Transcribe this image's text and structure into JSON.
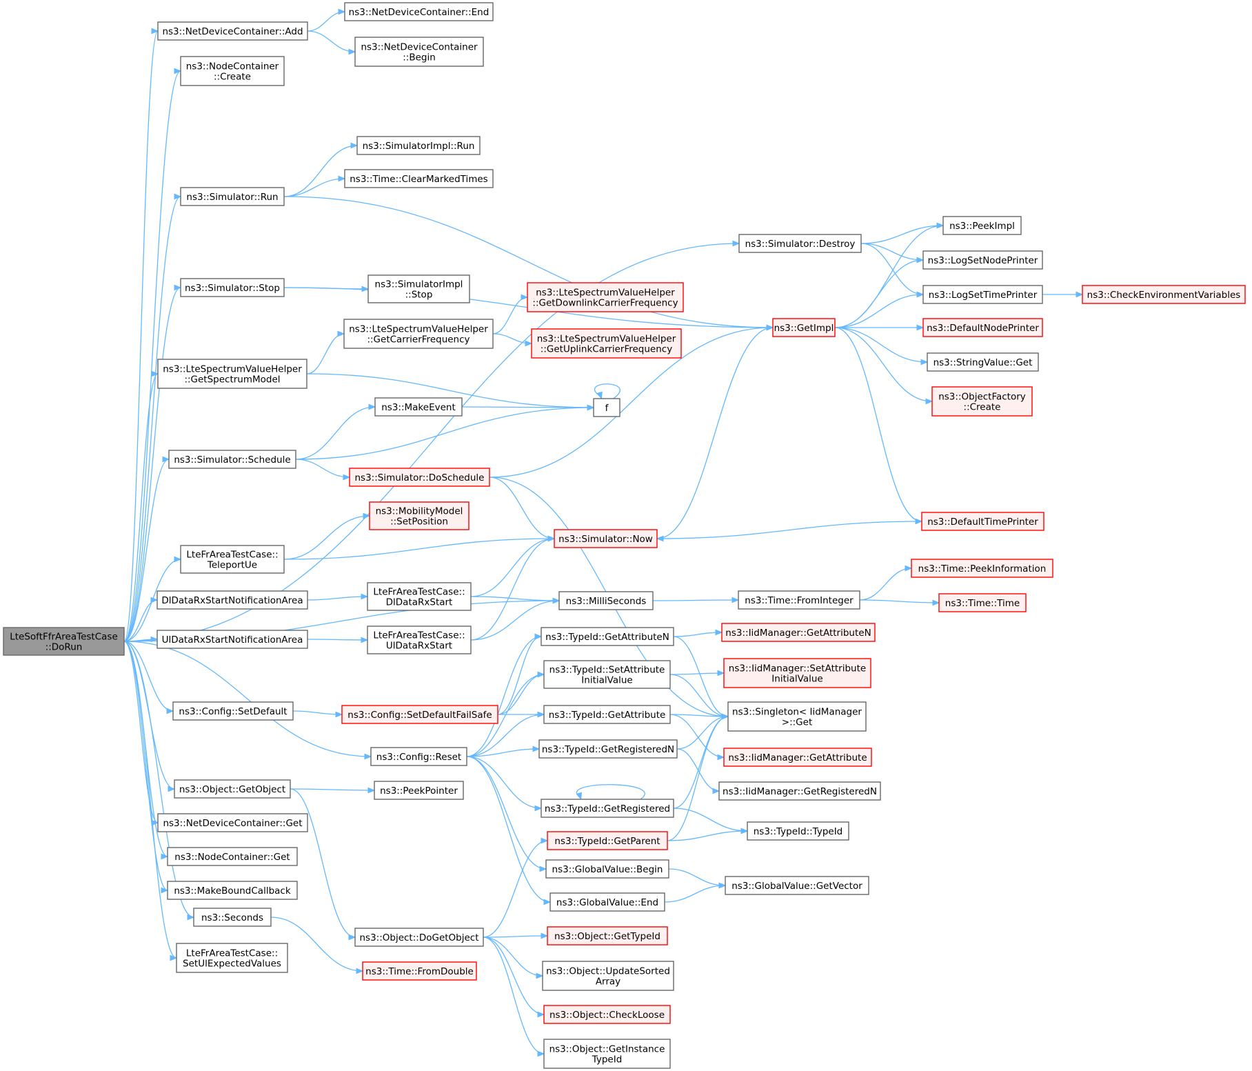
{
  "colors": {
    "edge": "#63b8ff",
    "node_border": "#666666",
    "root_fill": "#999999",
    "truncated_border": "#ff0000",
    "truncated_fill": "#fff0f0"
  },
  "nodes": [
    {
      "id": "root",
      "lines": [
        "LteSoftFfrAreaTestCase",
        "::DoRun"
      ],
      "style": "root"
    },
    {
      "id": "ndc_add",
      "lines": [
        "ns3::NetDeviceContainer::Add"
      ]
    },
    {
      "id": "ndc_end",
      "lines": [
        "ns3::NetDeviceContainer::End"
      ]
    },
    {
      "id": "ndc_begin",
      "lines": [
        "ns3::NetDeviceContainer",
        "::Begin"
      ]
    },
    {
      "id": "nc_create",
      "lines": [
        "ns3::NodeContainer",
        "::Create"
      ]
    },
    {
      "id": "simimpl_run",
      "lines": [
        "ns3::SimulatorImpl::Run"
      ]
    },
    {
      "id": "clearmarked",
      "lines": [
        "ns3::Time::ClearMarkedTimes"
      ]
    },
    {
      "id": "sim_run",
      "lines": [
        "ns3::Simulator::Run"
      ]
    },
    {
      "id": "sim_destroy",
      "lines": [
        "ns3::Simulator::Destroy"
      ]
    },
    {
      "id": "peekimpl",
      "lines": [
        "ns3::PeekImpl"
      ]
    },
    {
      "id": "logsetnode",
      "lines": [
        "ns3::LogSetNodePrinter"
      ]
    },
    {
      "id": "logsettime",
      "lines": [
        "ns3::LogSetTimePrinter"
      ]
    },
    {
      "id": "checkenv",
      "lines": [
        "ns3::CheckEnvironmentVariables"
      ],
      "style": "red"
    },
    {
      "id": "sim_stop",
      "lines": [
        "ns3::Simulator::Stop"
      ]
    },
    {
      "id": "simimpl_stop",
      "lines": [
        "ns3::SimulatorImpl",
        "::Stop"
      ]
    },
    {
      "id": "getdlfreq",
      "lines": [
        "ns3::LteSpectrumValueHelper",
        "::GetDownlinkCarrierFrequency"
      ],
      "style": "red"
    },
    {
      "id": "getimpl",
      "lines": [
        "ns3::GetImpl"
      ],
      "style": "red"
    },
    {
      "id": "defnodeprinter",
      "lines": [
        "ns3::DefaultNodePrinter"
      ],
      "style": "red"
    },
    {
      "id": "getcarrier",
      "lines": [
        "ns3::LteSpectrumValueHelper",
        "::GetCarrierFrequency"
      ]
    },
    {
      "id": "getulfreq",
      "lines": [
        "ns3::LteSpectrumValueHelper",
        "::GetUplinkCarrierFrequency"
      ],
      "style": "red"
    },
    {
      "id": "getspectrum",
      "lines": [
        "ns3::LteSpectrumValueHelper",
        "::GetSpectrumModel"
      ]
    },
    {
      "id": "stringget",
      "lines": [
        "ns3::StringValue::Get"
      ]
    },
    {
      "id": "objfactory",
      "lines": [
        "ns3::ObjectFactory",
        "::Create"
      ],
      "style": "red"
    },
    {
      "id": "makeevent",
      "lines": [
        "ns3::MakeEvent"
      ]
    },
    {
      "id": "f",
      "lines": [
        "f"
      ]
    },
    {
      "id": "sim_schedule",
      "lines": [
        "ns3::Simulator::Schedule"
      ]
    },
    {
      "id": "doschedule",
      "lines": [
        "ns3::Simulator::DoSchedule"
      ],
      "style": "red"
    },
    {
      "id": "setposition",
      "lines": [
        "ns3::MobilityModel",
        "::SetPosition"
      ],
      "style": "red"
    },
    {
      "id": "teleport",
      "lines": [
        "LteFrAreaTestCase::",
        "TeleportUe"
      ]
    },
    {
      "id": "sim_now",
      "lines": [
        "ns3::Simulator::Now"
      ],
      "style": "red"
    },
    {
      "id": "deftimeprinter",
      "lines": [
        "ns3::DefaultTimePrinter"
      ],
      "style": "red"
    },
    {
      "id": "dlnotif",
      "lines": [
        "DlDataRxStartNotificationArea"
      ]
    },
    {
      "id": "dlrxstart",
      "lines": [
        "LteFrAreaTestCase::",
        "DlDataRxStart"
      ]
    },
    {
      "id": "milliseconds",
      "lines": [
        "ns3::MilliSeconds"
      ]
    },
    {
      "id": "fromint",
      "lines": [
        "ns3::Time::FromInteger"
      ]
    },
    {
      "id": "peekinfo",
      "lines": [
        "ns3::Time::PeekInformation"
      ],
      "style": "red"
    },
    {
      "id": "timetime",
      "lines": [
        "ns3::Time::Time"
      ],
      "style": "red"
    },
    {
      "id": "ulnotif",
      "lines": [
        "UlDataRxStartNotificationArea"
      ]
    },
    {
      "id": "ulrxstart",
      "lines": [
        "LteFrAreaTestCase::",
        "UlDataRxStart"
      ]
    },
    {
      "id": "getattrn",
      "lines": [
        "ns3::TypeId::GetAttributeN"
      ]
    },
    {
      "id": "iid_getattrn",
      "lines": [
        "ns3::IidManager::GetAttributeN"
      ],
      "style": "red"
    },
    {
      "id": "setattrinit",
      "lines": [
        "ns3::TypeId::SetAttribute",
        "InitialValue"
      ]
    },
    {
      "id": "iid_setattr",
      "lines": [
        "ns3::IidManager::SetAttribute",
        "InitialValue"
      ],
      "style": "red"
    },
    {
      "id": "setdefault",
      "lines": [
        "ns3::Config::SetDefault"
      ]
    },
    {
      "id": "setdefaultfs",
      "lines": [
        "ns3::Config::SetDefaultFailSafe"
      ],
      "style": "red"
    },
    {
      "id": "getattr",
      "lines": [
        "ns3::TypeId::GetAttribute"
      ]
    },
    {
      "id": "singleton",
      "lines": [
        "ns3::Singleton< IidManager",
        " >::Get"
      ]
    },
    {
      "id": "cfg_reset",
      "lines": [
        "ns3::Config::Reset"
      ]
    },
    {
      "id": "getregn",
      "lines": [
        "ns3::TypeId::GetRegisteredN"
      ]
    },
    {
      "id": "iid_getattr",
      "lines": [
        "ns3::IidManager::GetAttribute"
      ],
      "style": "red"
    },
    {
      "id": "getobject",
      "lines": [
        "ns3::Object::GetObject"
      ]
    },
    {
      "id": "peekpointer",
      "lines": [
        "ns3::PeekPointer"
      ]
    },
    {
      "id": "iid_getregn",
      "lines": [
        "ns3::IidManager::GetRegisteredN"
      ]
    },
    {
      "id": "getreg",
      "lines": [
        "ns3::TypeId::GetRegistered"
      ]
    },
    {
      "id": "ndc_get",
      "lines": [
        "ns3::NetDeviceContainer::Get"
      ]
    },
    {
      "id": "typeid",
      "lines": [
        "ns3::TypeId::TypeId"
      ]
    },
    {
      "id": "getparent",
      "lines": [
        "ns3::TypeId::GetParent"
      ],
      "style": "red"
    },
    {
      "id": "nc_get",
      "lines": [
        "ns3::NodeContainer::Get"
      ]
    },
    {
      "id": "gv_begin",
      "lines": [
        "ns3::GlobalValue::Begin"
      ]
    },
    {
      "id": "makebound",
      "lines": [
        "ns3::MakeBoundCallback"
      ]
    },
    {
      "id": "gv_getvector",
      "lines": [
        "ns3::GlobalValue::GetVector"
      ]
    },
    {
      "id": "gv_end",
      "lines": [
        "ns3::GlobalValue::End"
      ]
    },
    {
      "id": "seconds",
      "lines": [
        "ns3::Seconds"
      ]
    },
    {
      "id": "dogetobject",
      "lines": [
        "ns3::Object::DoGetObject"
      ]
    },
    {
      "id": "gettypeid",
      "lines": [
        "ns3::Object::GetTypeId"
      ],
      "style": "red"
    },
    {
      "id": "setulexp",
      "lines": [
        "LteFrAreaTestCase::",
        "SetUlExpectedValues"
      ]
    },
    {
      "id": "fromdouble",
      "lines": [
        "ns3::Time::FromDouble"
      ],
      "style": "red"
    },
    {
      "id": "updatesorted",
      "lines": [
        "ns3::Object::UpdateSorted",
        "Array"
      ]
    },
    {
      "id": "checkloose",
      "lines": [
        "ns3::Object::CheckLoose"
      ],
      "style": "red"
    },
    {
      "id": "getinstance",
      "lines": [
        "ns3::Object::GetInstance",
        "TypeId"
      ]
    }
  ],
  "edges": [
    [
      "root",
      "ndc_add"
    ],
    [
      "root",
      "nc_create"
    ],
    [
      "root",
      "sim_destroy"
    ],
    [
      "root",
      "sim_run"
    ],
    [
      "root",
      "sim_stop"
    ],
    [
      "root",
      "getspectrum"
    ],
    [
      "root",
      "sim_schedule"
    ],
    [
      "root",
      "teleport"
    ],
    [
      "root",
      "dlnotif"
    ],
    [
      "root",
      "ulnotif"
    ],
    [
      "root",
      "milliseconds"
    ],
    [
      "root",
      "setdefault"
    ],
    [
      "root",
      "cfg_reset"
    ],
    [
      "root",
      "getobject"
    ],
    [
      "root",
      "ndc_get"
    ],
    [
      "root",
      "nc_get"
    ],
    [
      "root",
      "makebound"
    ],
    [
      "root",
      "seconds"
    ],
    [
      "root",
      "setulexp"
    ],
    [
      "ndc_add",
      "ndc_end"
    ],
    [
      "ndc_add",
      "ndc_begin"
    ],
    [
      "sim_run",
      "simimpl_run"
    ],
    [
      "sim_run",
      "clearmarked"
    ],
    [
      "sim_run",
      "getimpl"
    ],
    [
      "sim_destroy",
      "peekimpl"
    ],
    [
      "sim_destroy",
      "logsetnode"
    ],
    [
      "sim_destroy",
      "logsettime"
    ],
    [
      "logsettime",
      "checkenv"
    ],
    [
      "sim_stop",
      "getimpl"
    ],
    [
      "sim_stop",
      "simimpl_stop"
    ],
    [
      "getimpl",
      "peekimpl"
    ],
    [
      "getimpl",
      "logsetnode"
    ],
    [
      "getimpl",
      "logsettime"
    ],
    [
      "getimpl",
      "defnodeprinter"
    ],
    [
      "getimpl",
      "stringget"
    ],
    [
      "getimpl",
      "objfactory"
    ],
    [
      "getimpl",
      "deftimeprinter"
    ],
    [
      "getspectrum",
      "getcarrier"
    ],
    [
      "getspectrum",
      "f"
    ],
    [
      "getcarrier",
      "getdlfreq"
    ],
    [
      "getcarrier",
      "getulfreq"
    ],
    [
      "f",
      "f"
    ],
    [
      "makeevent",
      "f"
    ],
    [
      "sim_schedule",
      "makeevent"
    ],
    [
      "sim_schedule",
      "f"
    ],
    [
      "sim_schedule",
      "doschedule"
    ],
    [
      "doschedule",
      "getimpl"
    ],
    [
      "doschedule",
      "sim_now"
    ],
    [
      "doschedule",
      "singleton"
    ],
    [
      "teleport",
      "setposition"
    ],
    [
      "teleport",
      "sim_now"
    ],
    [
      "sim_now",
      "getimpl"
    ],
    [
      "deftimeprinter",
      "sim_now"
    ],
    [
      "dlnotif",
      "dlrxstart"
    ],
    [
      "dlrxstart",
      "sim_now"
    ],
    [
      "dlrxstart",
      "milliseconds"
    ],
    [
      "ulnotif",
      "ulrxstart"
    ],
    [
      "ulrxstart",
      "sim_now"
    ],
    [
      "ulrxstart",
      "milliseconds"
    ],
    [
      "milliseconds",
      "fromint"
    ],
    [
      "fromint",
      "peekinfo"
    ],
    [
      "fromint",
      "timetime"
    ],
    [
      "getattrn",
      "iid_getattrn"
    ],
    [
      "getattrn",
      "singleton"
    ],
    [
      "setattrinit",
      "iid_setattr"
    ],
    [
      "setattrinit",
      "singleton"
    ],
    [
      "setdefault",
      "setdefaultfs"
    ],
    [
      "setdefaultfs",
      "getattrn"
    ],
    [
      "setdefaultfs",
      "setattrinit"
    ],
    [
      "setdefaultfs",
      "getattr"
    ],
    [
      "getattr",
      "singleton"
    ],
    [
      "getattr",
      "iid_getattr"
    ],
    [
      "cfg_reset",
      "getattrn"
    ],
    [
      "cfg_reset",
      "setattrinit"
    ],
    [
      "cfg_reset",
      "getattr"
    ],
    [
      "cfg_reset",
      "getregn"
    ],
    [
      "cfg_reset",
      "getreg"
    ],
    [
      "cfg_reset",
      "gv_begin"
    ],
    [
      "cfg_reset",
      "gv_end"
    ],
    [
      "getregn",
      "singleton"
    ],
    [
      "getregn",
      "iid_getregn"
    ],
    [
      "getreg",
      "getreg"
    ],
    [
      "getreg",
      "singleton"
    ],
    [
      "getreg",
      "typeid"
    ],
    [
      "getparent",
      "singleton"
    ],
    [
      "getparent",
      "typeid"
    ],
    [
      "gv_begin",
      "gv_getvector"
    ],
    [
      "gv_end",
      "gv_getvector"
    ],
    [
      "getobject",
      "peekpointer"
    ],
    [
      "getobject",
      "dogetobject"
    ],
    [
      "seconds",
      "fromdouble"
    ],
    [
      "dogetobject",
      "getparent"
    ],
    [
      "dogetobject",
      "gettypeid"
    ],
    [
      "dogetobject",
      "updatesorted"
    ],
    [
      "dogetobject",
      "checkloose"
    ],
    [
      "dogetobject",
      "getinstance"
    ]
  ]
}
